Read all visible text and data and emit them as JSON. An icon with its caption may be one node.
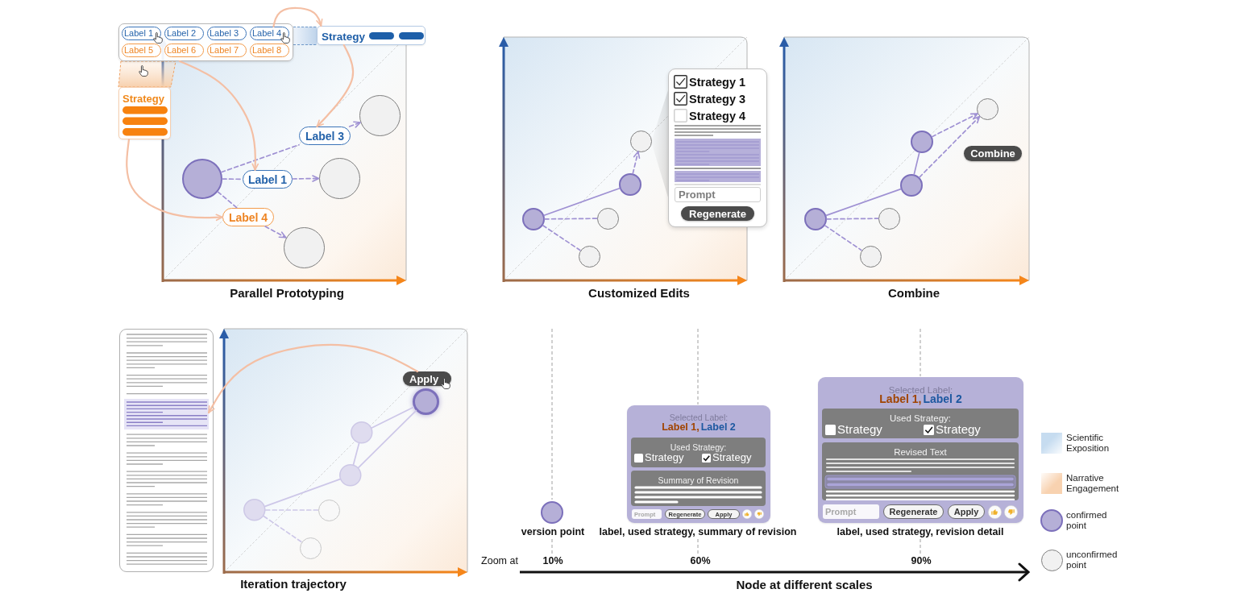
{
  "diagram": {
    "nodes": [
      {
        "text": [],
        "shape": "box"
      },
      {
        "text": [
          "Label 1"
        ],
        "in": 0
      },
      {
        "text": [
          "Label 2"
        ],
        "in": 0
      },
      {
        "text": [
          "Label 3"
        ],
        "in": 0
      },
      {
        "text": [
          "Label 4"
        ],
        "in": 0
      },
      {
        "text": [
          "Label 5"
        ],
        "in": 0
      },
      {
        "text": [
          "Label 6"
        ],
        "in": 0
      },
      {
        "text": [
          "Label 7"
        ],
        "in": 0
      },
      {
        "text": [
          "Label 8"
        ],
        "in": 0
      },
      {
        "text": [
          "Strategy"
        ]
      },
      {
        "text": [
          "Strategy"
        ]
      },
      {
        "text": [],
        "shape": "circle"
      },
      {
        "text": [
          "Label 3"
        ]
      },
      {
        "text": [
          "Label 1"
        ]
      },
      {
        "text": [
          "Label 4"
        ]
      },
      {
        "text": [],
        "shape": "circle"
      },
      {
        "text": [],
        "shape": "circle"
      },
      {
        "text": [],
        "shape": "circle"
      },
      {
        "text": [],
        "shape": "circle"
      },
      {
        "text": [],
        "shape": "circle"
      },
      {
        "text": [],
        "shape": "circle"
      },
      {
        "text": [],
        "shape": "circle"
      },
      {
        "text": [],
        "shape": "circle"
      },
      {
        "text": [
          "Strategy 1",
          "Strategy 3",
          "Strategy 4"
        ]
      },
      {
        "text": [
          "Prompt"
        ],
        "in": 23
      },
      {
        "text": [
          "Regenerate"
        ],
        "in": 23
      },
      {
        "text": [],
        "shape": "circle"
      },
      {
        "text": [],
        "shape": "circle"
      },
      {
        "text": [],
        "shape": "circle"
      },
      {
        "text": [],
        "shape": "circle"
      },
      {
        "text": [],
        "shape": "circle"
      },
      {
        "text": [],
        "shape": "circle"
      },
      {
        "text": [
          "Combine"
        ]
      },
      {
        "text": [],
        "shape": "box"
      },
      {
        "text": [],
        "shape": "box",
        "in": 33
      },
      {
        "text": [],
        "shape": "circle"
      },
      {
        "text": [],
        "shape": "circle"
      },
      {
        "text": [],
        "shape": "circle"
      },
      {
        "text": [],
        "shape": "circle"
      },
      {
        "text": [],
        "shape": "circle"
      },
      {
        "text": [],
        "shape": "circle"
      },
      {
        "text": [
          "Apply"
        ]
      },
      {
        "text": [],
        "shape": "circle",
        "beside": [
          "version point"
        ]
      },
      {
        "text": [
          "Selected Label:",
          "Label 1,",
          "Label 2"
        ],
        "beside": [
          "label, used strategy, summary of revision"
        ]
      },
      {
        "text": [
          "Used Strategy:",
          "Strategy",
          "Strategy"
        ],
        "in": 43
      },
      {
        "text": [
          "Summary of Revision"
        ],
        "in": 43
      },
      {
        "text": [
          "Prompt"
        ],
        "in": 43
      },
      {
        "text": [
          "Regenerate"
        ],
        "in": 43
      },
      {
        "text": [
          "Apply"
        ],
        "in": 43
      },
      {
        "text": [
          "Selected Label:",
          "Label 1,",
          "Label 2"
        ],
        "beside": [
          "label, used strategy, revision detail"
        ]
      },
      {
        "text": [
          "Used Strategy:",
          "Strategy",
          "Strategy"
        ],
        "in": 49
      },
      {
        "text": [
          "Revised Text"
        ],
        "in": 49
      },
      {
        "text": [
          "Prompt"
        ],
        "in": 49
      },
      {
        "text": [
          "Regenerate"
        ],
        "in": 49
      },
      {
        "text": [
          "Apply"
        ],
        "in": 49
      }
    ],
    "edges": [
      {
        "from": 11,
        "to": 12,
        "arrow": "none",
        "style": "dashed"
      },
      {
        "from": 12,
        "to": 15,
        "arrow": "to",
        "style": "dashed"
      },
      {
        "from": 11,
        "to": 13,
        "arrow": "none",
        "style": "dashed"
      },
      {
        "from": 13,
        "to": 16,
        "arrow": "to",
        "style": "dashed"
      },
      {
        "from": 11,
        "to": 14,
        "arrow": "none",
        "style": "dashed"
      },
      {
        "from": 14,
        "to": 17,
        "arrow": "to",
        "style": "dashed"
      },
      {
        "from": 0,
        "to": 13,
        "arrow": "to",
        "color": "#f4bfa4"
      },
      {
        "from": 4,
        "to": 9,
        "arrow": "to",
        "color": "#f4bfa4"
      },
      {
        "from": 9,
        "to": 12,
        "arrow": "to",
        "color": "#f4bfa4"
      },
      {
        "from": 10,
        "to": 14,
        "arrow": "to",
        "color": "#f4bfa4"
      },
      {
        "from": 18,
        "to": 21,
        "arrow": "none"
      },
      {
        "from": 18,
        "to": 19,
        "arrow": "none",
        "style": "dashed"
      },
      {
        "from": 18,
        "to": 20,
        "arrow": "none",
        "style": "dashed"
      },
      {
        "from": 21,
        "to": 22,
        "arrow": "to",
        "style": "dashed"
      },
      {
        "from": 26,
        "to": 29,
        "arrow": "none"
      },
      {
        "from": 29,
        "to": 30,
        "arrow": "none"
      },
      {
        "from": 26,
        "to": 27,
        "arrow": "none",
        "style": "dashed"
      },
      {
        "from": 26,
        "to": 28,
        "arrow": "none",
        "style": "dashed"
      },
      {
        "from": 30,
        "to": 31,
        "arrow": "to",
        "style": "dashed"
      },
      {
        "from": 29,
        "to": 31,
        "arrow": "to",
        "style": "dashed"
      },
      {
        "from": 35,
        "to": 38,
        "arrow": "none",
        "color": "#cdc7e8"
      },
      {
        "from": 38,
        "to": 39,
        "arrow": "none",
        "color": "#cdc7e8"
      },
      {
        "from": 39,
        "to": 40,
        "arrow": "none",
        "color": "#cdc7e8"
      },
      {
        "from": 38,
        "to": 40,
        "arrow": "none",
        "color": "#cdc7e8"
      },
      {
        "from": 35,
        "to": 36,
        "arrow": "none",
        "style": "dashed",
        "color": "#cdc7e8"
      },
      {
        "from": 35,
        "to": 37,
        "arrow": "none",
        "style": "dashed",
        "color": "#cdc7e8"
      },
      {
        "from": 41,
        "to": 34,
        "arrow": "to",
        "color": "#f4bfa4"
      }
    ],
    "labels": [
      "Parallel Prototyping",
      "Customized Edits",
      "Combine",
      "Zoom at",
      "10%",
      "60%",
      "90%",
      "Iteration trajectory",
      "Node at different scales"
    ],
    "legend": [
      {
        "text": "Scientific Exposition",
        "color": "#c6dcf0"
      },
      {
        "text": "Narrative Engagement",
        "color": "#f8d2b0"
      },
      {
        "text": "confirmed point"
      },
      {
        "text": "unconfirmed point"
      }
    ]
  }
}
